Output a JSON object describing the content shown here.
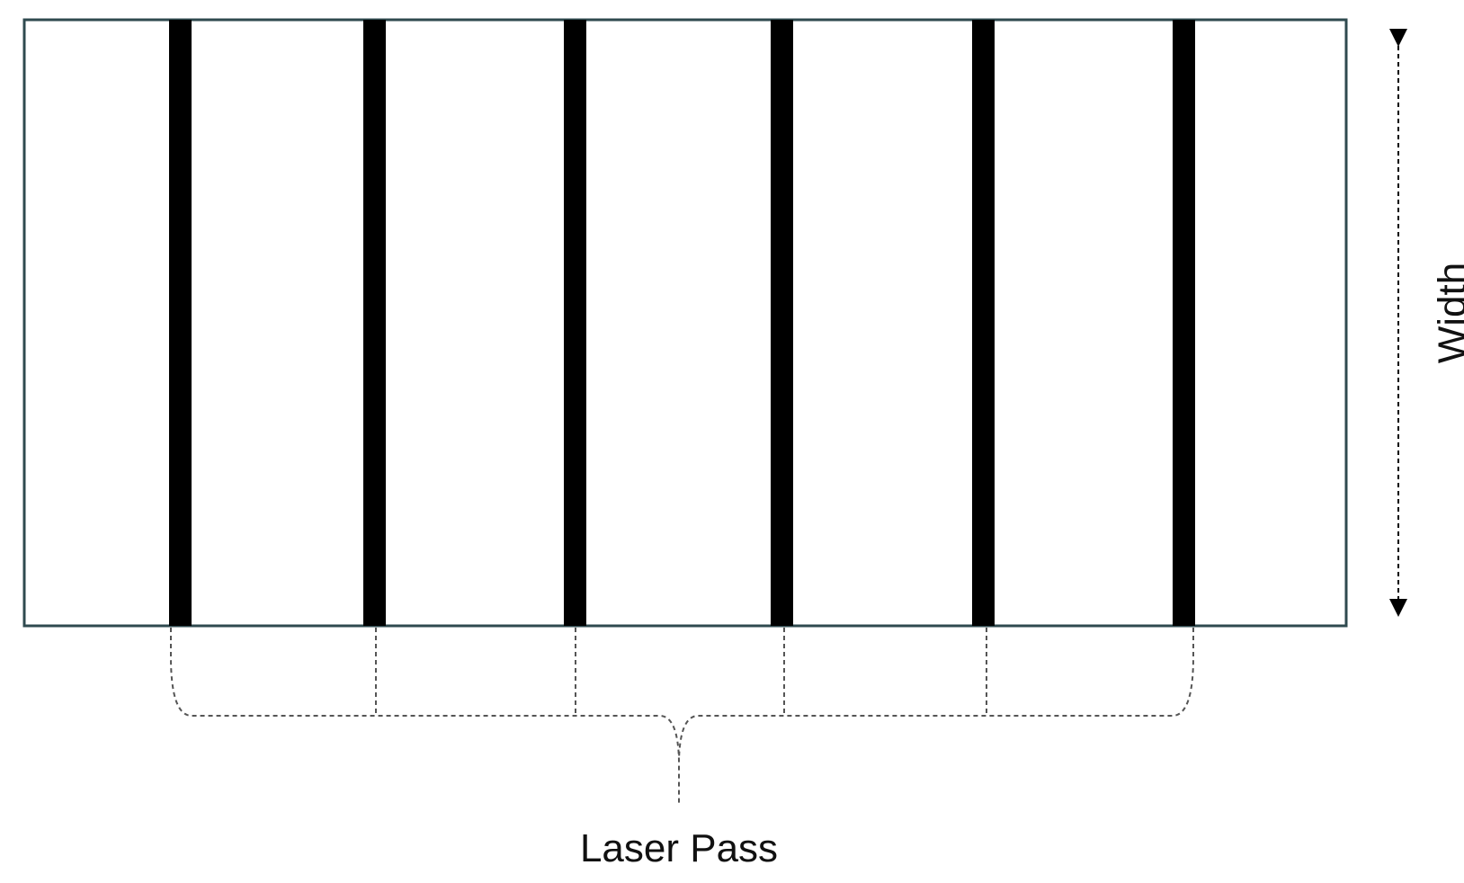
{
  "labels": {
    "width": "Width",
    "laser_pass": "Laser Pass"
  },
  "colors": {
    "outline": "#2f4a4f",
    "laser_line": "#000000",
    "dashed": "#555555",
    "text": "#111111",
    "background": "#ffffff"
  },
  "diagram": {
    "laser_pass_count": 6
  }
}
